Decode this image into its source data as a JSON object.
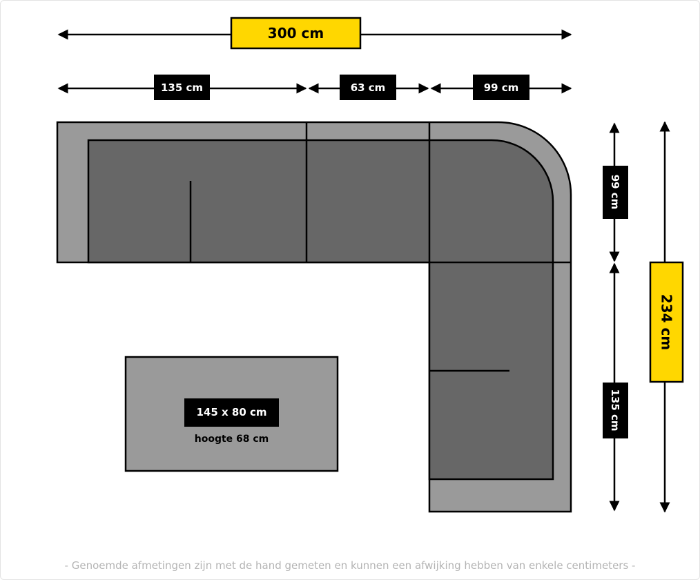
{
  "dimensions": {
    "total_width": "300 cm",
    "segment_1": "135 cm",
    "segment_2": "63 cm",
    "segment_3": "99 cm",
    "corner_depth": "99 cm",
    "chaise_length": "135 cm",
    "total_depth": "234 cm"
  },
  "table": {
    "size": "145 x 80 cm",
    "height": "hoogte 68 cm"
  },
  "footnote": "- Genoemde afmetingen zijn met de hand gemeten en kunnen een afwijking hebben van enkele centimeters -",
  "colors": {
    "frame_light": "#9a9a9a",
    "cushion_dark": "#676767",
    "highlight_yellow": "#ffd700",
    "label_black": "#000000"
  }
}
